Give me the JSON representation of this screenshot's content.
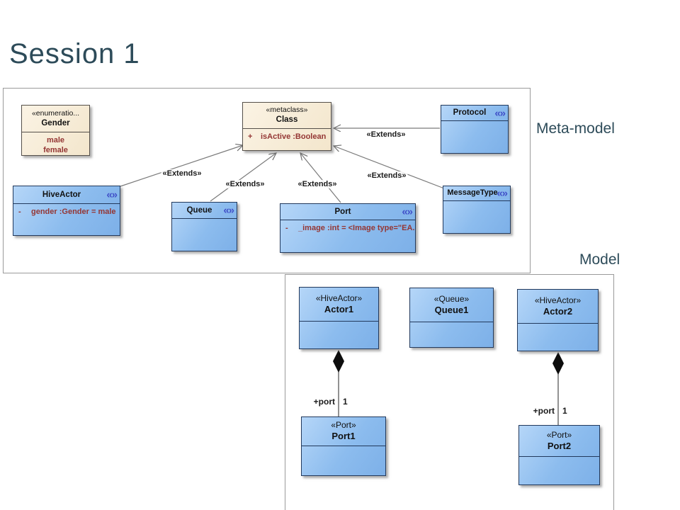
{
  "slide": {
    "title": "Session 1"
  },
  "labels": {
    "meta_model": "Meta-model",
    "model": "Model"
  },
  "icons": {
    "stereotype_badge": "«»"
  },
  "colors": {
    "title_text": "#2d4b59",
    "box_blue_fill": "#8cbcee",
    "box_blue_border": "#22395c",
    "box_cream_fill": "#f6ead6",
    "box_cream_border": "#55504a",
    "attribute_text": "#943634",
    "connector_line": "#777777",
    "frame_border": "#9a9a9a"
  },
  "meta": {
    "extends_label": "«Extends»",
    "boxes": {
      "gender": {
        "stereotype": "«enumeratio...",
        "name": "Gender",
        "values": [
          "male",
          "female"
        ]
      },
      "clazz": {
        "stereotype": "«metaclass»",
        "name": "Class",
        "attr": {
          "marker": "+",
          "text": "isActive  :Boolean"
        }
      },
      "protocol": {
        "name": "Protocol"
      },
      "messagetype": {
        "name": "MessageType"
      },
      "hiveactor": {
        "name": "HiveActor",
        "attr": {
          "marker": "-",
          "text": "gender  :Gender = male"
        }
      },
      "queue": {
        "name": "Queue"
      },
      "port": {
        "name": "Port",
        "attr": {
          "marker": "-",
          "text": "_image   :int = <Image type=\"EA..."
        }
      }
    }
  },
  "model": {
    "edge": {
      "role": "+port",
      "multiplicity": "1"
    },
    "boxes": {
      "actor1": {
        "stereotype": "«HiveActor»",
        "name": "Actor1"
      },
      "queue1": {
        "stereotype": "«Queue»",
        "name": "Queue1"
      },
      "actor2": {
        "stereotype": "«HiveActor»",
        "name": "Actor2"
      },
      "port1": {
        "stereotype": "«Port»",
        "name": "Port1"
      },
      "port2": {
        "stereotype": "«Port»",
        "name": "Port2"
      }
    }
  }
}
